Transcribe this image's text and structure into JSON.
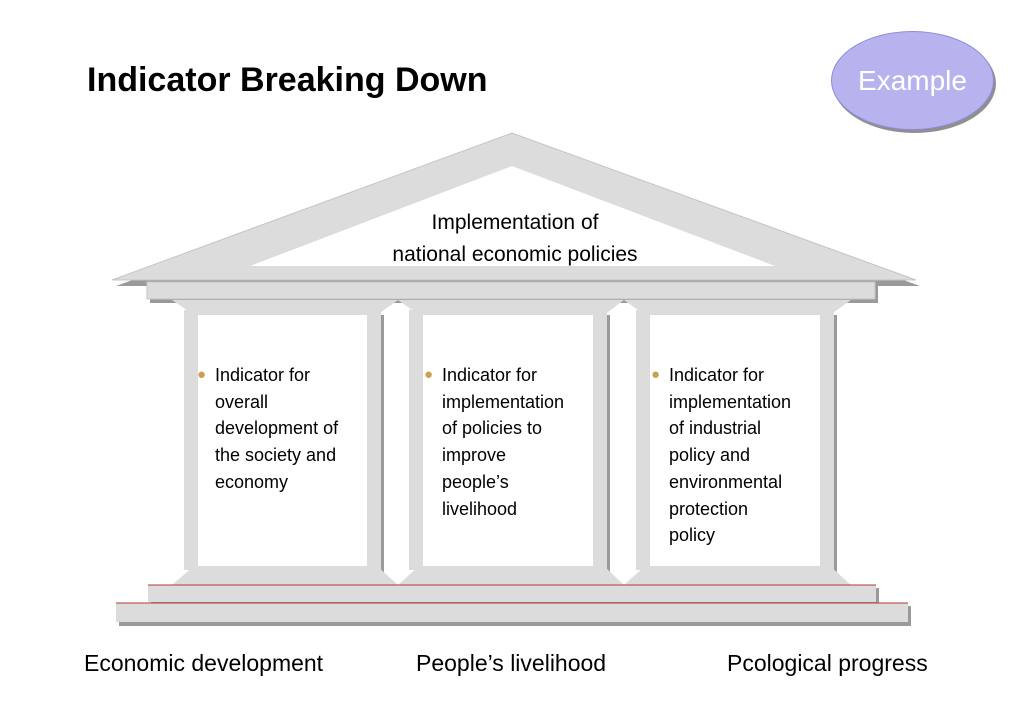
{
  "title": "Indicator Breaking Down",
  "badge": "Example",
  "roof": {
    "lines": [
      "Implementation of",
      "national economic policies"
    ]
  },
  "columns": [
    {
      "lines": [
        "Indicator for",
        "overall",
        "development of",
        "the society and",
        "economy"
      ],
      "caption": "Economic development"
    },
    {
      "lines": [
        "Indicator for",
        "implementation",
        "of policies to",
        "improve",
        "people’s",
        "livelihood"
      ],
      "caption": "People’s livelihood"
    },
    {
      "lines": [
        "Indicator for",
        "implementation",
        "of industrial",
        "policy and",
        "environmental",
        "protection",
        "policy"
      ],
      "caption": "Pcological progress"
    }
  ],
  "colors": {
    "stone": "#dcdcdc",
    "stone_edge": "#c4c4c4",
    "shadow": "#9a9a9a",
    "accent_line": "#b23a3a",
    "bullet": "#c8a154",
    "badge_fill": "#b6b3ef"
  }
}
